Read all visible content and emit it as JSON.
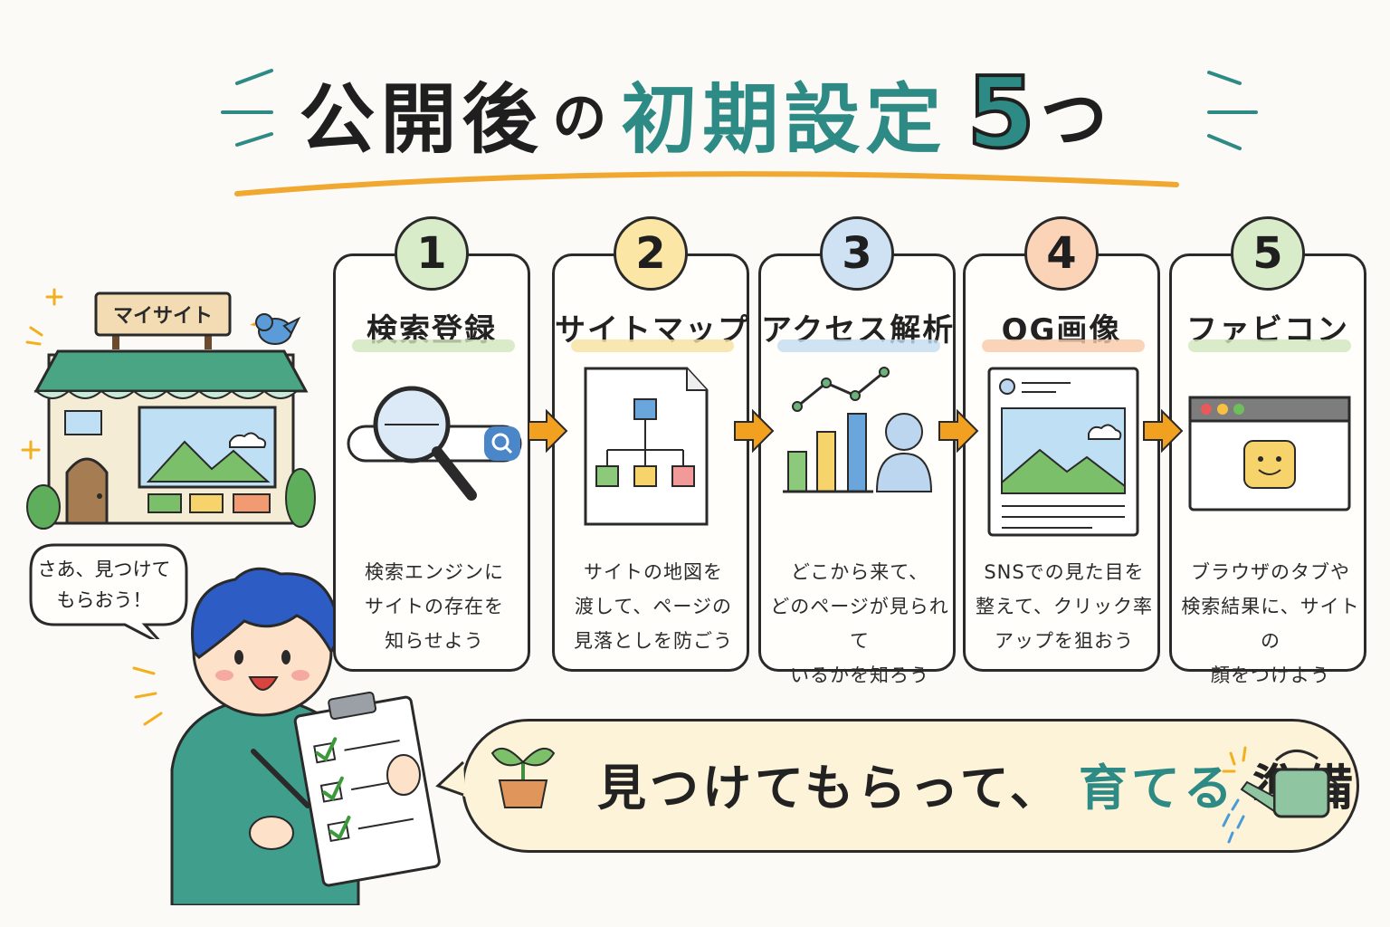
{
  "title": {
    "part1": "公開後",
    "part2": "の",
    "part3": "初期設定",
    "number": "5",
    "suffix": "つ"
  },
  "store": {
    "sign": "マイサイト"
  },
  "speech": {
    "text": "さあ、見つけて\nもらおう！"
  },
  "steps": [
    {
      "number": "1",
      "title": "検索登録",
      "icon": "magnifier-search-icon",
      "color": "#d9ecc9",
      "underline": "#cfe6bd",
      "description": "検索エンジンに\nサイトの存在を\n知らせよう"
    },
    {
      "number": "2",
      "title": "サイトマップ",
      "icon": "sitemap-document-icon",
      "color": "#fbe6a6",
      "underline": "#f7e1a0",
      "description": "サイトの地図を\n渡して、ページの\n見落としを防ごう"
    },
    {
      "number": "3",
      "title": "アクセス解析",
      "icon": "analytics-chart-icon",
      "color": "#cfe2f3",
      "underline": "#c4dcf1",
      "description": "どこから来て、\nどのページが見られて\nいるかを知ろう"
    },
    {
      "number": "4",
      "title": "OG画像",
      "icon": "og-image-card-icon",
      "color": "#fbd4b8",
      "underline": "#f9c9a8",
      "description": "SNSでの見た目を\n整えて、クリック率\nアップを狙おう"
    },
    {
      "number": "5",
      "title": "ファビコン",
      "icon": "browser-favicon-icon",
      "color": "#d9ecc9",
      "underline": "#cfe6bd",
      "description": "ブラウザのタブや\n検索結果に、サイトの\n顔をつけよう"
    }
  ],
  "banner": {
    "text_start": "見つけてもらって、",
    "text_highlight": "育てる",
    "text_end": "準備"
  },
  "colors": {
    "accent_teal": "#2e8a84",
    "arrow_orange": "#f2a020",
    "title_underline": "#f0a830"
  }
}
